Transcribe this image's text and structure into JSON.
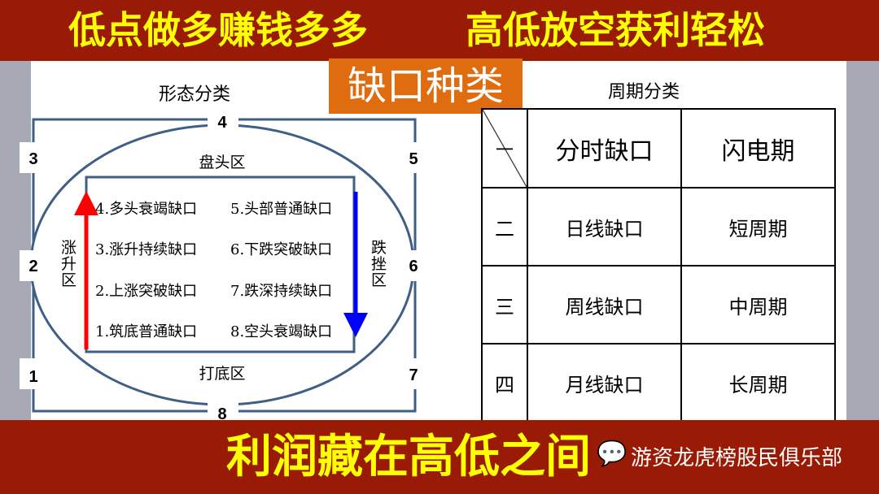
{
  "header": {
    "left": "低点做多赚钱多多",
    "right": "高低放空获利轻松"
  },
  "badge": "缺口种类",
  "shape_section": {
    "title": "形态分类",
    "top_zone": "盘头区",
    "bottom_zone": "打底区",
    "left_zone": "涨升区",
    "right_zone": "跌挫区",
    "positions": [
      "1",
      "2",
      "3",
      "4",
      "5",
      "6",
      "7",
      "8"
    ],
    "left_gaps": [
      "4.多头衰竭缺口",
      "3.涨升持续缺口",
      "2.上涨突破缺口",
      "1.筑底普通缺口"
    ],
    "right_gaps": [
      "5.头部普通缺口",
      "6.下跌突破缺口",
      "7.跌深持续缺口",
      "8.空头衰竭缺口"
    ],
    "colors": {
      "up_arrow": "#ff0000",
      "down_arrow": "#0000ff",
      "lines": "#3f5f86"
    }
  },
  "period_section": {
    "title": "周期分类",
    "rows": [
      [
        "一",
        "分时缺口",
        "闪电期"
      ],
      [
        "二",
        "日线缺口",
        "短周期"
      ],
      [
        "三",
        "周线缺口",
        "中周期"
      ],
      [
        "四",
        "月线缺口",
        "长周期"
      ]
    ]
  },
  "footer": {
    "slogan": "利润藏在高低之间",
    "watermark": "游资龙虎榜股民俱乐部"
  },
  "colors": {
    "banner": "#9a1b05",
    "banner_text": "#ffff00",
    "badge": "#e06c10"
  }
}
